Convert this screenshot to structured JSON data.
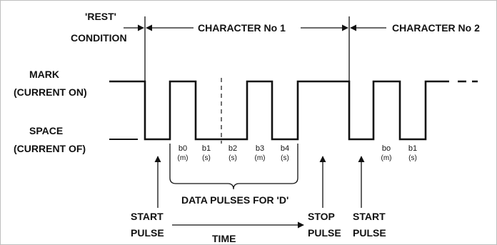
{
  "labels": {
    "rest_condition_1": "'REST'",
    "rest_condition_2": "CONDITION",
    "character1": "CHARACTER No 1",
    "character2": "CHARACTER No 2",
    "mark_1": "MARK",
    "mark_2": "(CURRENT ON)",
    "space_1": "SPACE",
    "space_2": "(CURRENT OF)",
    "data_pulses": "DATA PULSES FOR 'D'",
    "start_pulse_1a": "START",
    "start_pulse_1b": "PULSE",
    "time": "TIME",
    "stop_pulse_a": "STOP",
    "stop_pulse_b": "PULSE",
    "start_pulse_2a": "START",
    "start_pulse_2b": "PULSE"
  },
  "bits": [
    {
      "name": "b0",
      "value": "(m)"
    },
    {
      "name": "b1",
      "value": "(s)"
    },
    {
      "name": "b2",
      "value": "(s)"
    },
    {
      "name": "b3",
      "value": "(m)"
    },
    {
      "name": "b4",
      "value": "(s)"
    },
    {
      "name": "bo",
      "value": "(m)"
    },
    {
      "name": "b1",
      "value": "(s)"
    }
  ],
  "colors": {
    "ink": "#111111",
    "frame": "#bfbfbf"
  }
}
